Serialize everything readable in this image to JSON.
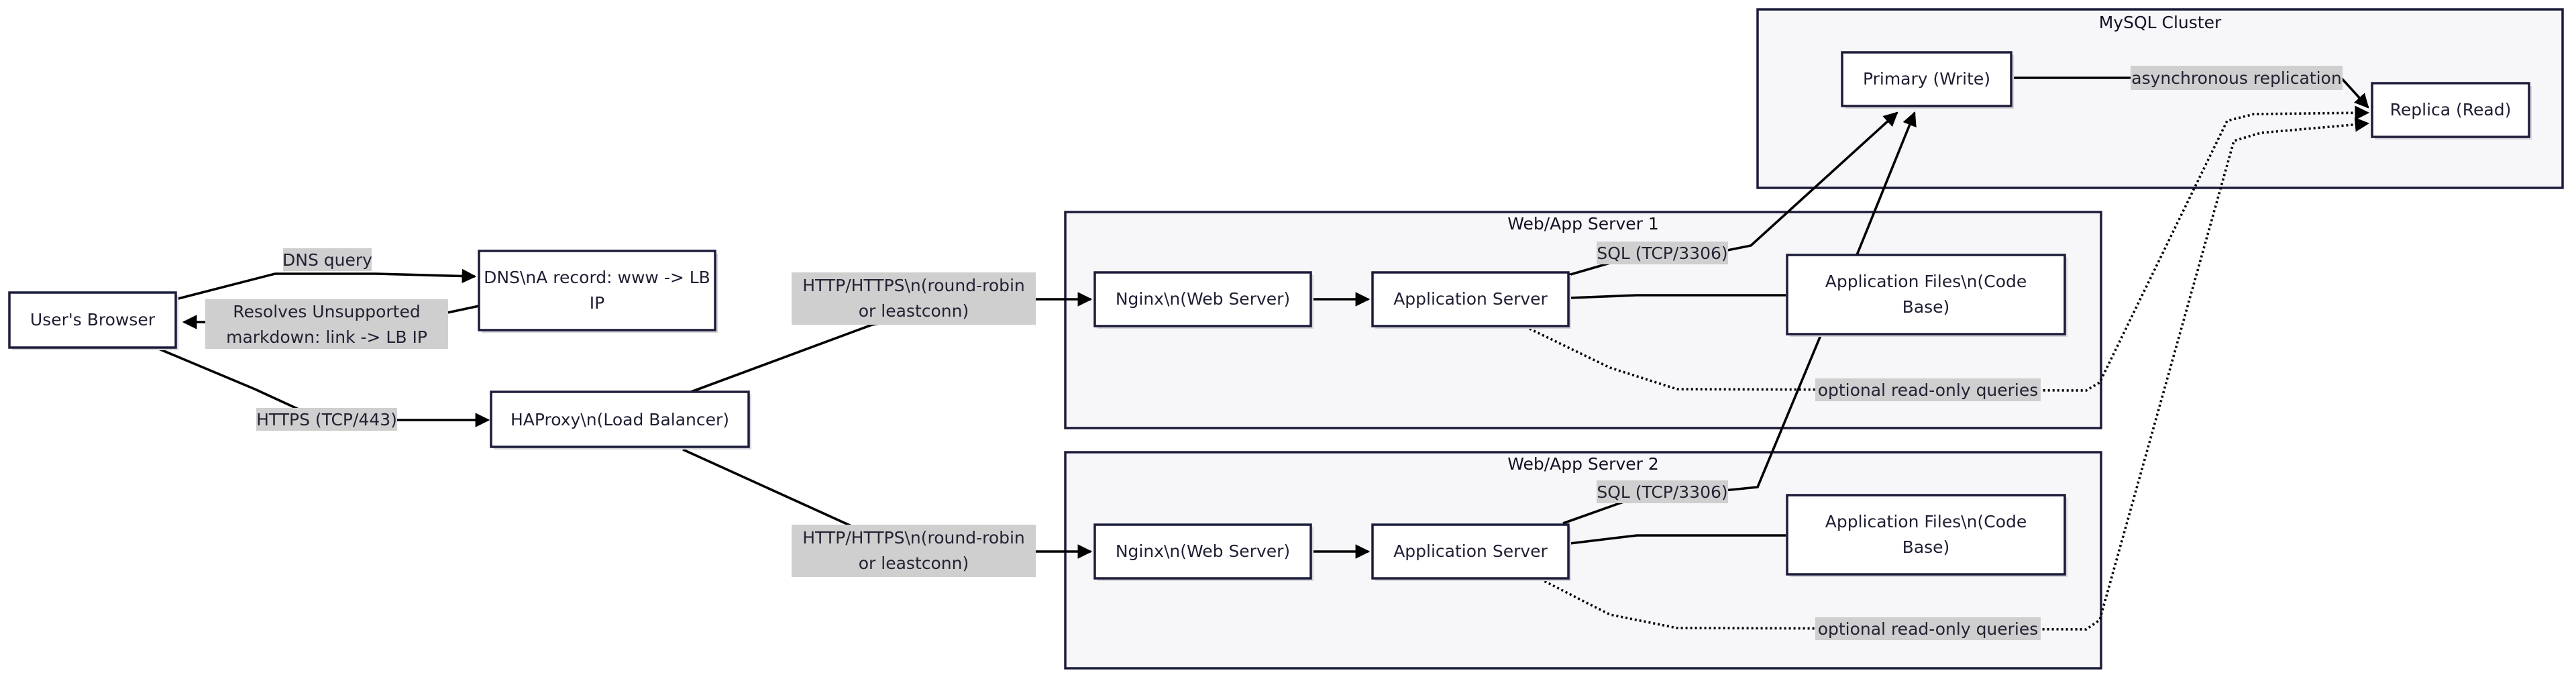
{
  "clusters": {
    "mysql": {
      "title": "MySQL Cluster"
    },
    "web1": {
      "title": "Web/App Server 1"
    },
    "web2": {
      "title": "Web/App Server 2"
    }
  },
  "nodes": {
    "browser": {
      "label": "User's Browser"
    },
    "dns": {
      "line1": "DNS\\nA record: www -> LB",
      "line2": "IP"
    },
    "haproxy": {
      "label": "HAProxy\\n(Load Balancer)"
    },
    "primary": {
      "label": "Primary (Write)"
    },
    "replica": {
      "label": "Replica (Read)"
    },
    "nginx1": {
      "label": "Nginx\\n(Web Server)"
    },
    "app1": {
      "label": "Application Server"
    },
    "files1": {
      "line1": "Application Files\\n(Code",
      "line2": "Base)"
    },
    "nginx2": {
      "label": "Nginx\\n(Web Server)"
    },
    "app2": {
      "label": "Application Server"
    },
    "files2": {
      "line1": "Application Files\\n(Code",
      "line2": "Base)"
    }
  },
  "edges": {
    "dns_query": "DNS query",
    "dns_resolves": {
      "line1": "Resolves Unsupported",
      "line2": "markdown: link -> LB IP"
    },
    "https": "HTTPS (TCP/443)",
    "lb_web1": {
      "line1": "HTTP/HTTPS\\n(round-robin",
      "line2": "or leastconn)"
    },
    "lb_web2": {
      "line1": "HTTP/HTTPS\\n(round-robin",
      "line2": "or leastconn)"
    },
    "sql1": "SQL (TCP/3306)",
    "sql2": "SQL (TCP/3306)",
    "replication": "asynchronous replication",
    "readonly1": "optional read-only queries",
    "readonly2": "optional read-only queries"
  }
}
